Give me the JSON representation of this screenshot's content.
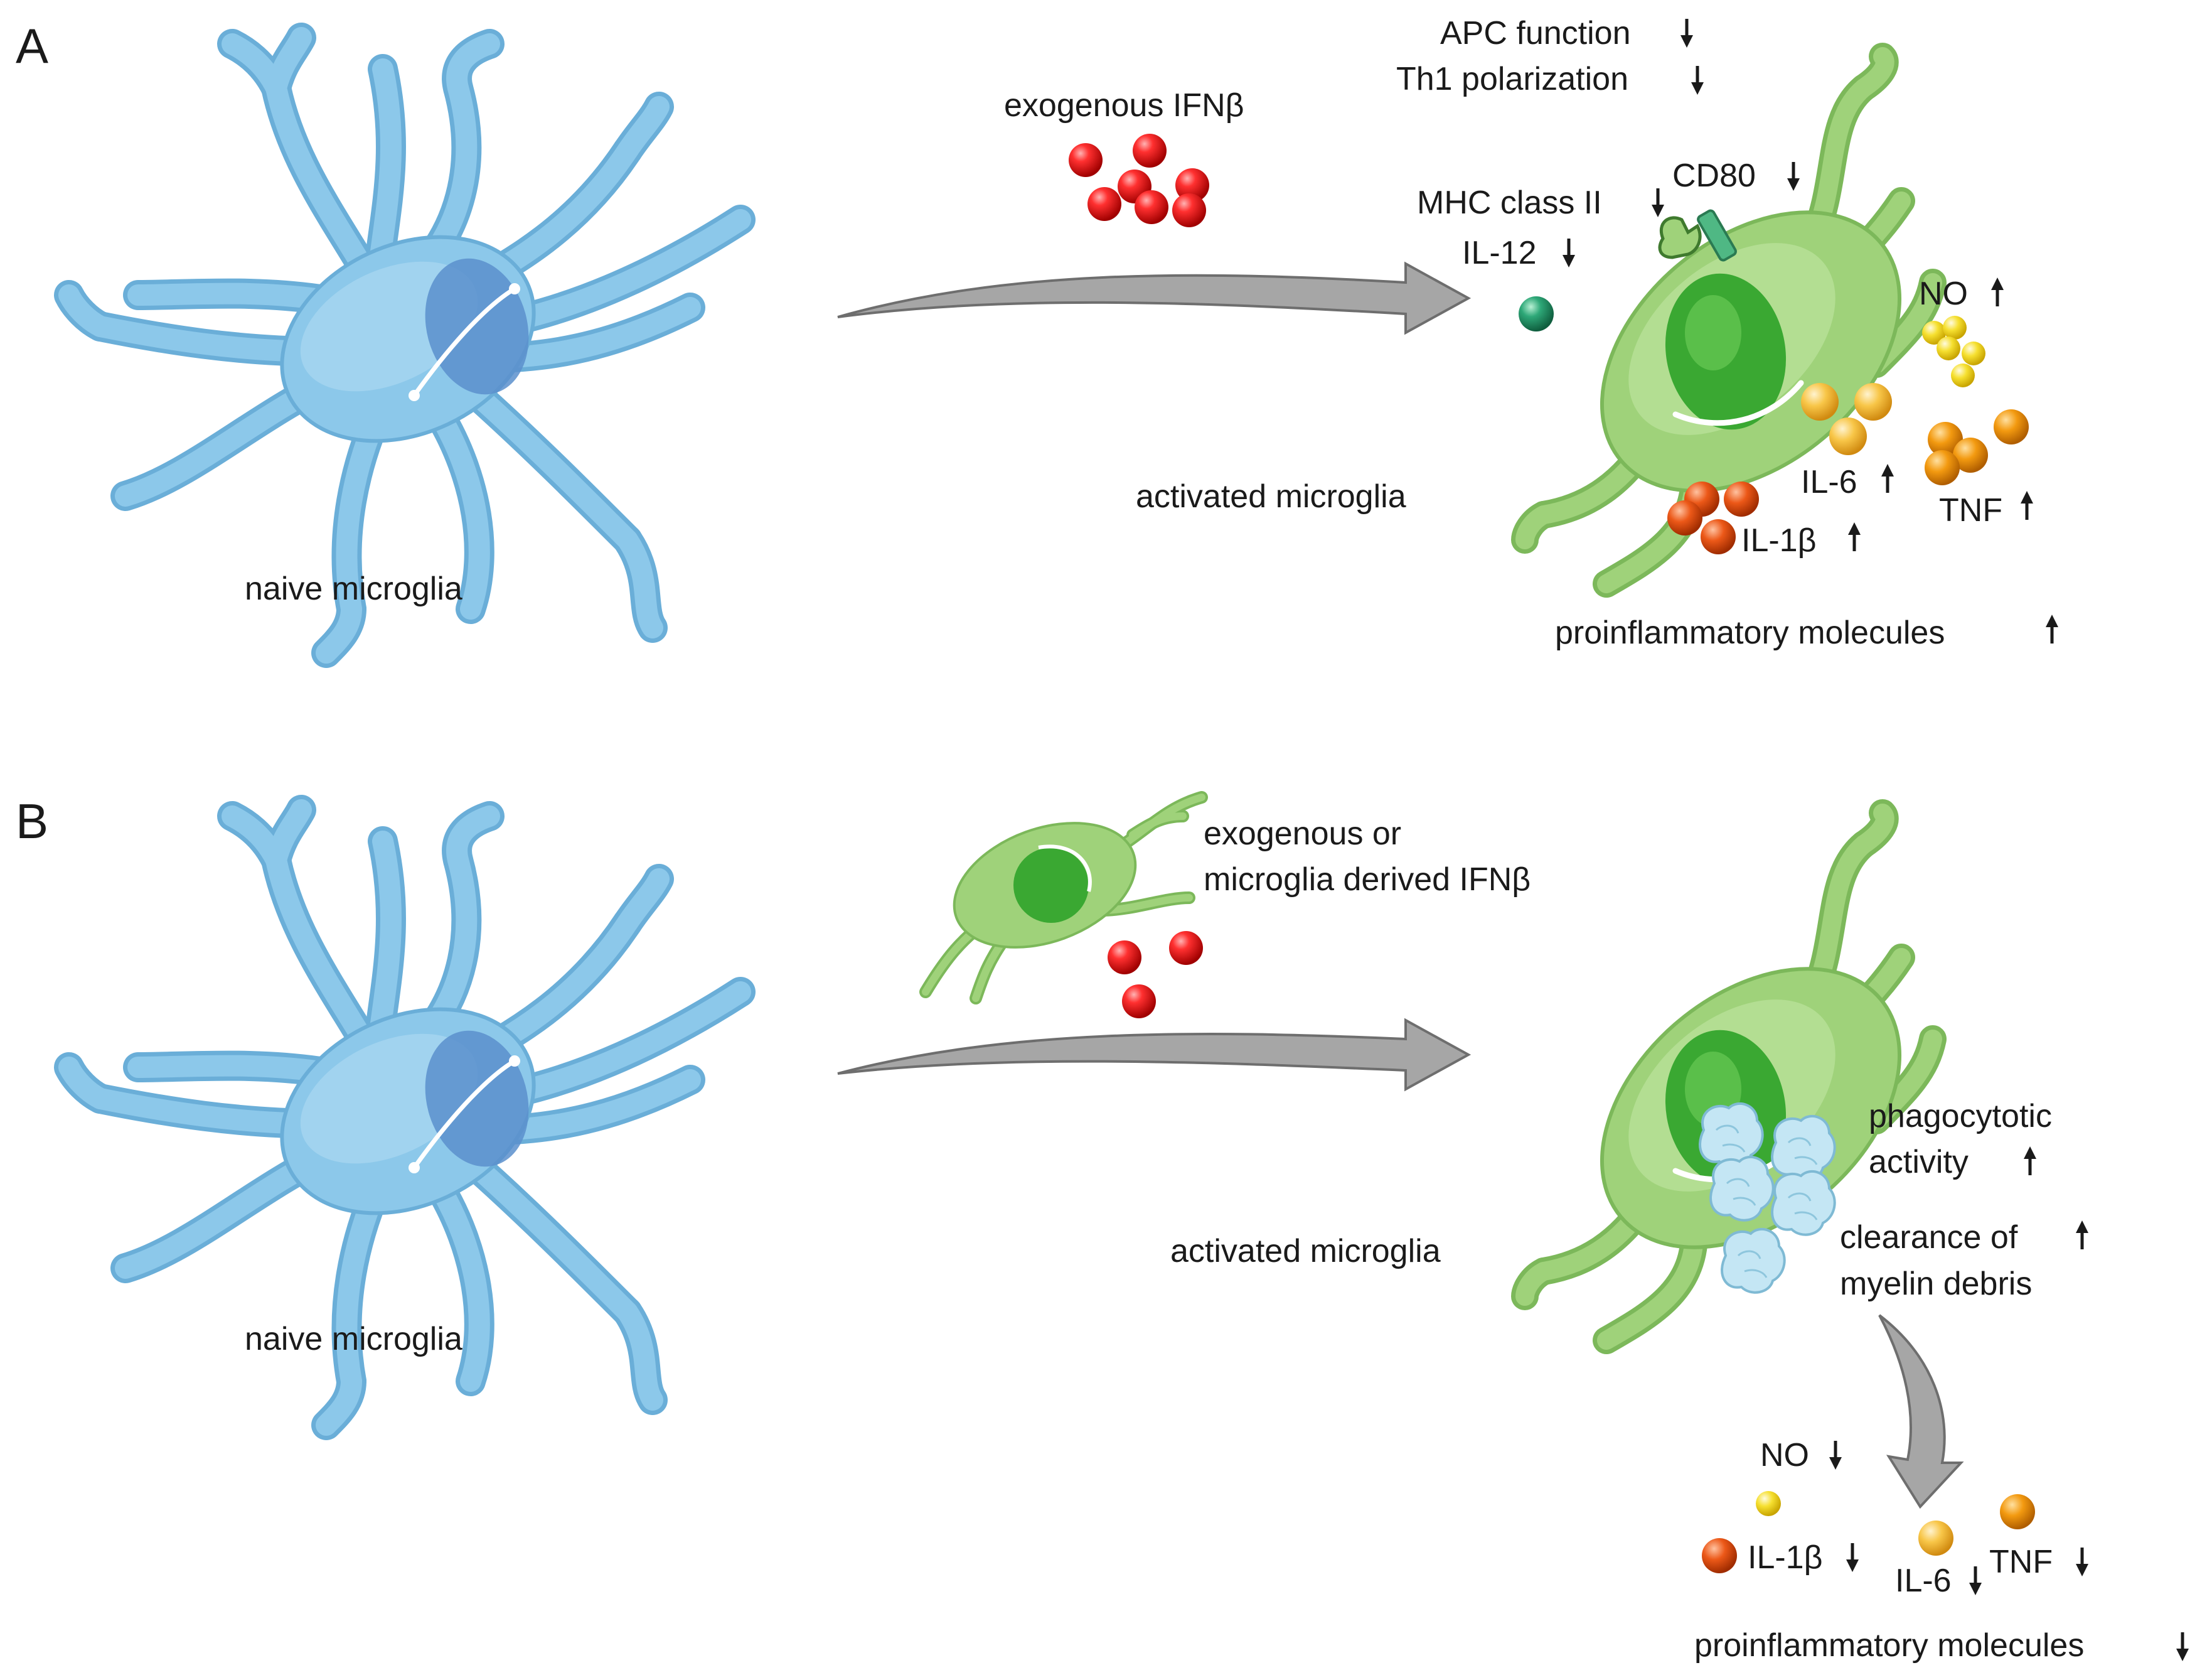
{
  "panels": {
    "a": {
      "letter": "A",
      "naive_label": "naive microglia",
      "ifn_label": "exogenous IFNβ",
      "activated_label": "activated microglia",
      "apc": "APC function",
      "th1": "Th1 polarization",
      "cd80": "CD80",
      "mhc": "MHC class II",
      "il12": "IL-12",
      "no": "NO",
      "il6": "IL-6",
      "tnf": "TNF",
      "il1b": "IL-1β",
      "proinflammatory": "proinflammatory molecules"
    },
    "b": {
      "letter": "B",
      "naive_label": "naive microglia",
      "ifn_line1": "exogenous or",
      "ifn_line2": "microglia derived  IFNβ",
      "activated_label": "activated microglia",
      "phago_line1": "phagocytotic",
      "phago_line2": "activity",
      "clear_line1": "clearance of",
      "clear_line2": "myelin debris",
      "no": "NO",
      "il1b": "IL-1β",
      "il6": "IL-6",
      "tnf": "TNF",
      "proinflammatory": "proinflammatory molecules"
    }
  },
  "colors": {
    "naive_cell": "#8cc8ea",
    "activated_cell": "#9fd27a",
    "ifn_beta": "#e01818",
    "il12": "#1f9a6a",
    "no": "#f4dc2a",
    "il6": "#f7c23e",
    "tnf": "#f29a16",
    "il1b": "#ea5a18",
    "myelin_debris": "#bfe4f2",
    "arrow": "#a6a6a6"
  }
}
